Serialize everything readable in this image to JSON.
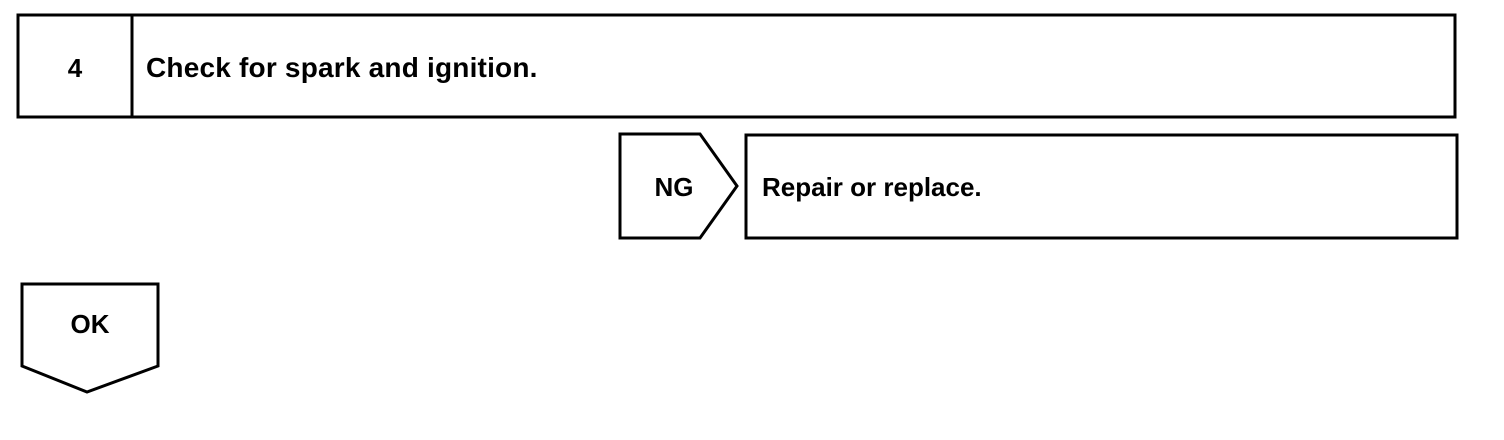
{
  "step": {
    "number": "4",
    "title": "Check for spark and ignition."
  },
  "ng_branch": {
    "label": "NG",
    "action": "Repair or replace."
  },
  "ok_branch": {
    "label": "OK"
  }
}
